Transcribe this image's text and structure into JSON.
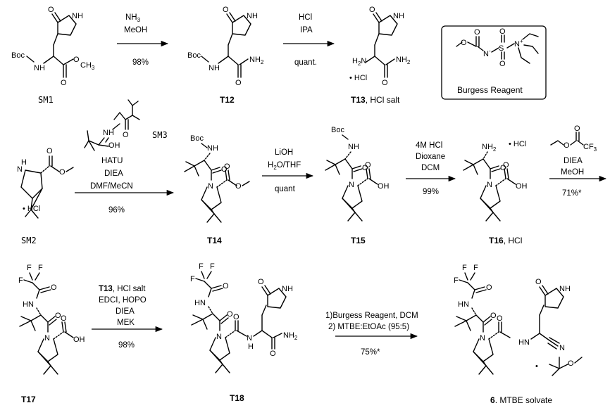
{
  "labels": {
    "sm1": "SM1",
    "t12": "T12",
    "t13": "T13",
    "t13_suffix": ", HCl salt",
    "sm2": "SM2",
    "sm3": "SM3",
    "t14": "T14",
    "t15": "T15",
    "t16": "T16",
    "t16_suffix": ", HCl",
    "t17": "T17",
    "t18": "T18",
    "p6": "6",
    "p6_suffix": ", MTBE solvate",
    "burgess": "Burgess Reagent"
  },
  "atoms": {
    "boc": "Boc",
    "nh": "NH",
    "n": "N",
    "h": "H",
    "o": "O",
    "oh": "OH",
    "nh2": "NH",
    "two": "2",
    "h2n": "H",
    "nh_pyr": "NH",
    "hcl_dot": "• HCl",
    "ch3": "CH",
    "three": "3",
    "f": "F",
    "cf3": "CF",
    "nminus": "N",
    "s": "S",
    "nplus": "N",
    "cn": "N"
  },
  "steps": {
    "s1": {
      "line1": "NH",
      "line1_sub": "3",
      "line2": "MeOH",
      "yield": "98%"
    },
    "s2": {
      "line1": "HCl",
      "line2": "IPA",
      "yield": "quant."
    },
    "s3": {
      "line1": "HATU",
      "line2": "DIEA",
      "line3": "DMF/MeCN",
      "yield": "96%"
    },
    "s4": {
      "line1": "LiOH",
      "line2a": "H",
      "line2_sub": "2",
      "line2b": "O/THF",
      "yield": "quant"
    },
    "s5": {
      "line1": "4M HCl",
      "line2": "Dioxane",
      "line3": "DCM",
      "yield": "99%"
    },
    "s6": {
      "line1": "DIEA",
      "line2": "MeOH",
      "yield": "71%*"
    },
    "s7": {
      "line1_bold": "T13",
      "line1_rest": ", HCl salt",
      "line2": "EDCI, HOPO",
      "line3": "DIEA",
      "line4": "MEK",
      "yield": "98%"
    },
    "s8": {
      "line1": "1)Burgess Reagent, DCM",
      "line2": "2) MTBE:EtOAc (95:5)",
      "yield": "75%*"
    }
  }
}
